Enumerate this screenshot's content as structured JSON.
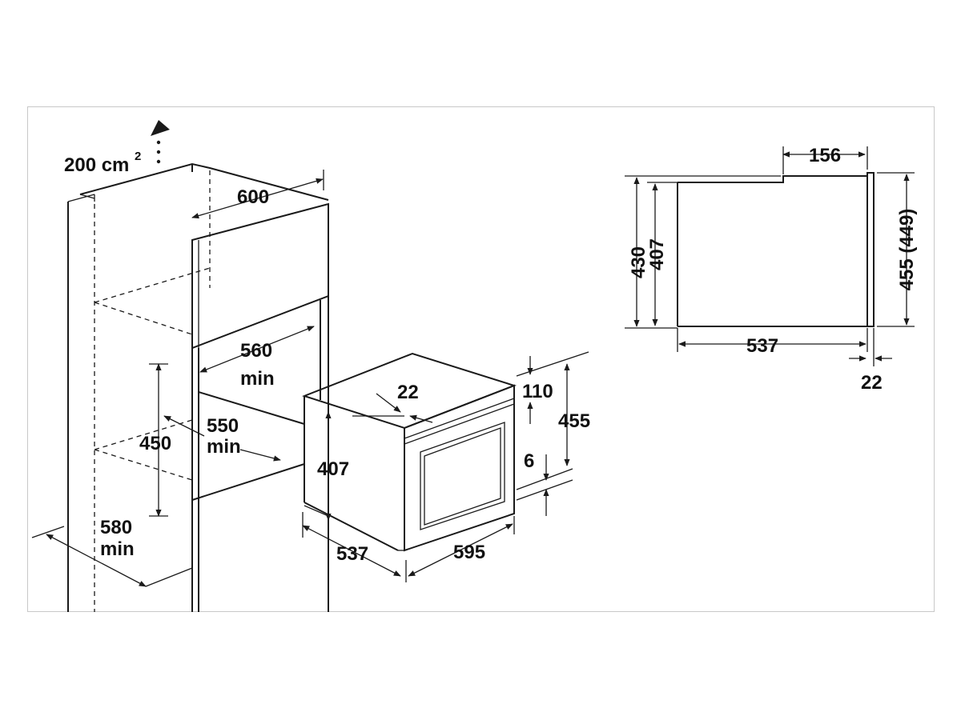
{
  "vent": {
    "area": "200 cm",
    "superscript": "2"
  },
  "cabinet_dims": {
    "width": "600",
    "niche_width": "560",
    "niche_width_min": "min",
    "niche_depth": "550",
    "niche_depth_min": "min",
    "niche_height": "450",
    "cabinet_depth": "580",
    "cabinet_depth_min": "min"
  },
  "oven_dims": {
    "front_offset": "22",
    "top_gap": "110",
    "height_total": "455",
    "body_height": "407",
    "bottom_gap": "6",
    "depth": "537",
    "width": "595"
  },
  "side_view_dims": {
    "top_step": "156",
    "height_outer": "430",
    "height_inner": "407",
    "front_height": "455 (449)",
    "depth": "537",
    "front_thickness": "22"
  }
}
